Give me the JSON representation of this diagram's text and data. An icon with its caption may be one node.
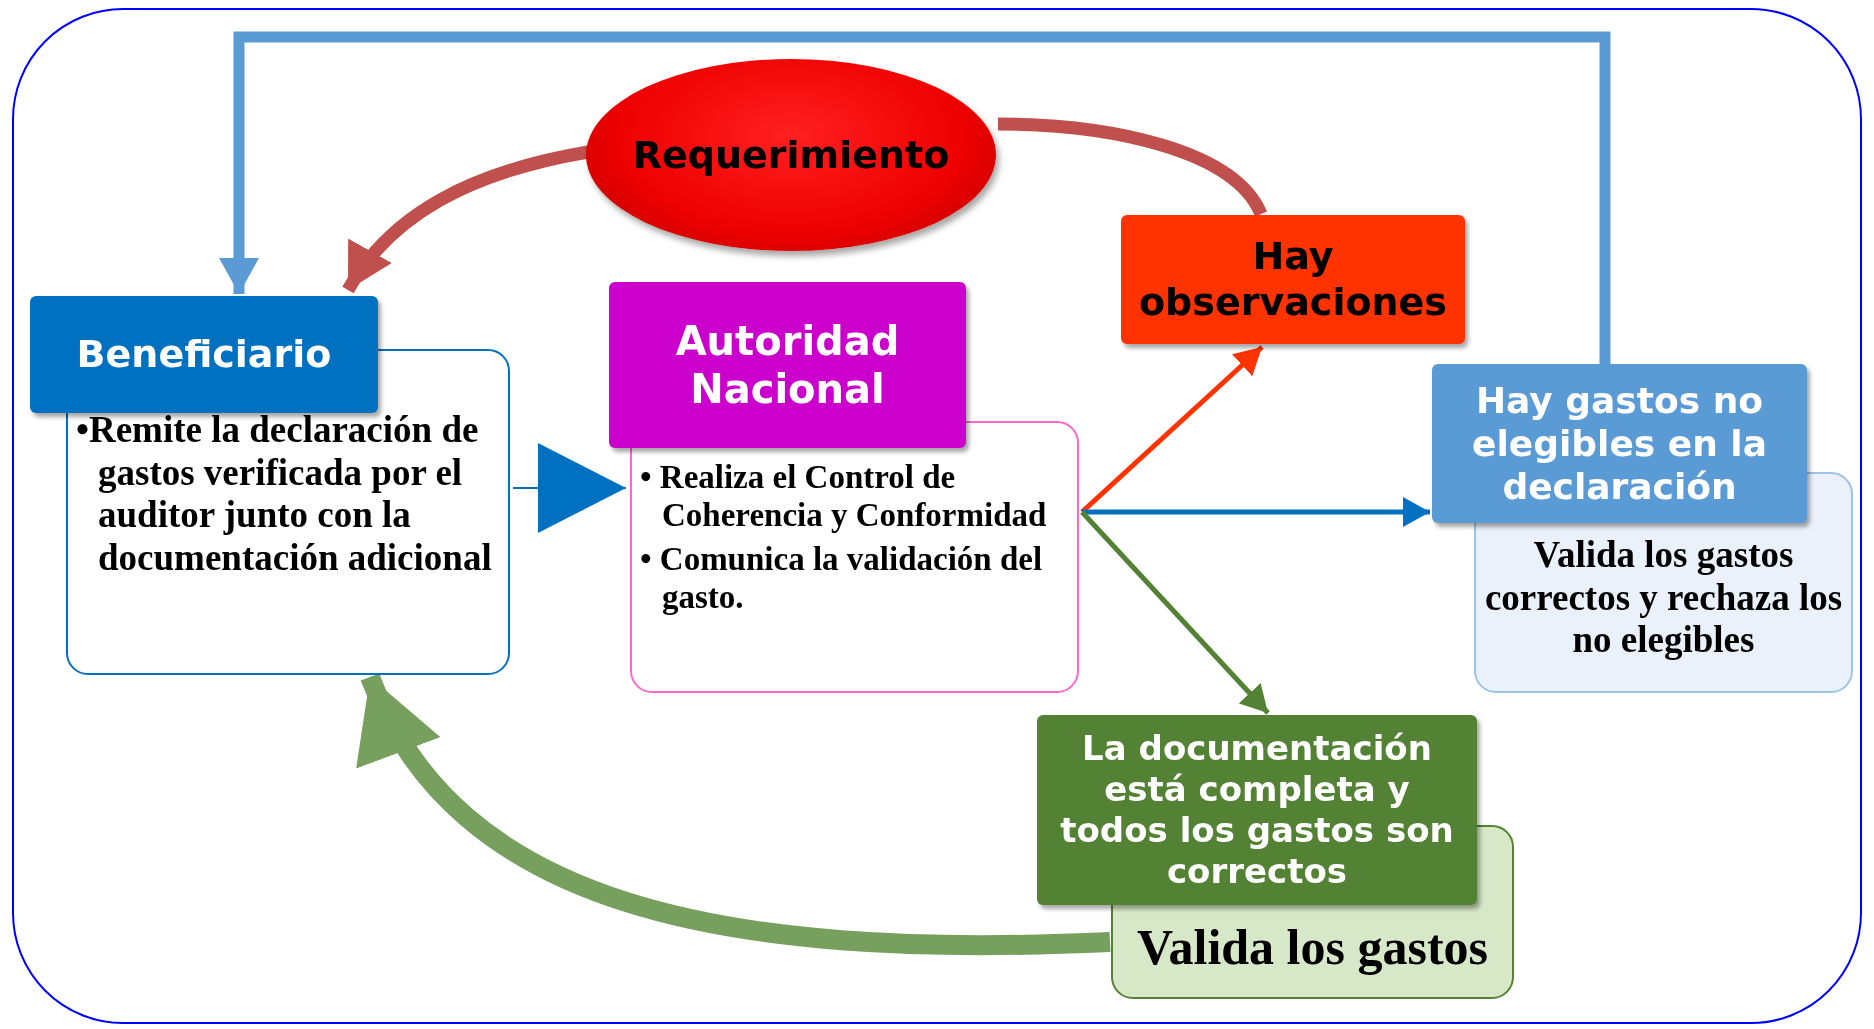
{
  "diagram": {
    "nodes": [
      {
        "text": [
          "Requerimiento"
        ]
      },
      {
        "text": [
          "Beneficiario",
          "•Remite la declaración de gastos verificada por el auditor junto con la documentación adicional"
        ]
      },
      {
        "text": [
          "Autoridad Nacional",
          "• Realiza el Control de Coherencia y Conformidad",
          "• Comunica la validación del gasto."
        ]
      },
      {
        "text": [
          "Hay observaciones"
        ]
      },
      {
        "text": [
          "Hay gastos no elegibles en la declaración",
          "Valida los gastos correctos y rechaza los no elegibles"
        ]
      },
      {
        "text": [
          "La documentación está completa y todos los gastos son correctos",
          "Valida los gastos"
        ]
      }
    ],
    "edges": [
      {
        "from": 3,
        "to": 0,
        "arrow": "none",
        "style": "thick",
        "color": "#c0504d"
      },
      {
        "from": 0,
        "to": 1,
        "arrow": "to",
        "style": "thick",
        "color": "#c0504d"
      },
      {
        "from": 1,
        "to": 2,
        "arrow": "to",
        "color": "#0070c0"
      },
      {
        "from": 2,
        "to": 3,
        "arrow": "to",
        "color": "#ff3300"
      },
      {
        "from": 2,
        "to": 4,
        "arrow": "to",
        "color": "#0070c0"
      },
      {
        "from": 2,
        "to": 5,
        "arrow": "to",
        "color": "#548235"
      },
      {
        "from": 4,
        "to": 1,
        "arrow": "to",
        "style": "thick",
        "color": "#5b9bd5"
      },
      {
        "from": 5,
        "to": 1,
        "arrow": "to",
        "style": "thick",
        "color": "#77a05f"
      }
    ]
  }
}
